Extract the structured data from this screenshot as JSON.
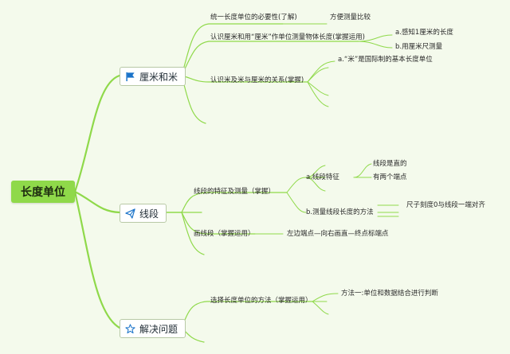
{
  "root": {
    "label": "长度单位"
  },
  "branches": [
    {
      "label": "厘米和米",
      "icon": "flag-icon",
      "children": [
        {
          "label": "统一长度单位的必要性(了解)",
          "children": [
            "方便测量比较"
          ]
        },
        {
          "label": "认识厘米和用“厘米”作单位测量物体长度(掌握运用)",
          "children": [
            "a.感知1厘米的长度",
            "b.用厘米尺测量"
          ]
        },
        {
          "label": "认识米及米与厘米的关系(掌握)",
          "children": [
            "a.“米”是国际制的基本长度单位"
          ]
        }
      ]
    },
    {
      "label": "线段",
      "icon": "paper-plane-icon",
      "children": [
        {
          "label": "线段的特征及测量（掌握）",
          "children": [
            {
              "label": "a.线段特征",
              "children": [
                "线段是直的",
                "有两个端点"
              ]
            },
            {
              "label": "b.测量线段长度的方法",
              "children": [
                "尺子刻度0与线段一端对齐"
              ]
            }
          ]
        },
        {
          "label": "画线段（掌握运用）",
          "children": [
            "左边端点—向右画直—终点标端点"
          ]
        }
      ]
    },
    {
      "label": "解决问题",
      "icon": "star-icon",
      "children": [
        {
          "label": "选择长度单位的方法（掌握运用）",
          "children": [
            "方法一:单位和数据结合进行判断"
          ]
        }
      ]
    }
  ],
  "colors": {
    "line": "#8fd94a",
    "root_bg": "#8fd94a",
    "icon": "#1a73c9",
    "background": "#f4faec"
  }
}
